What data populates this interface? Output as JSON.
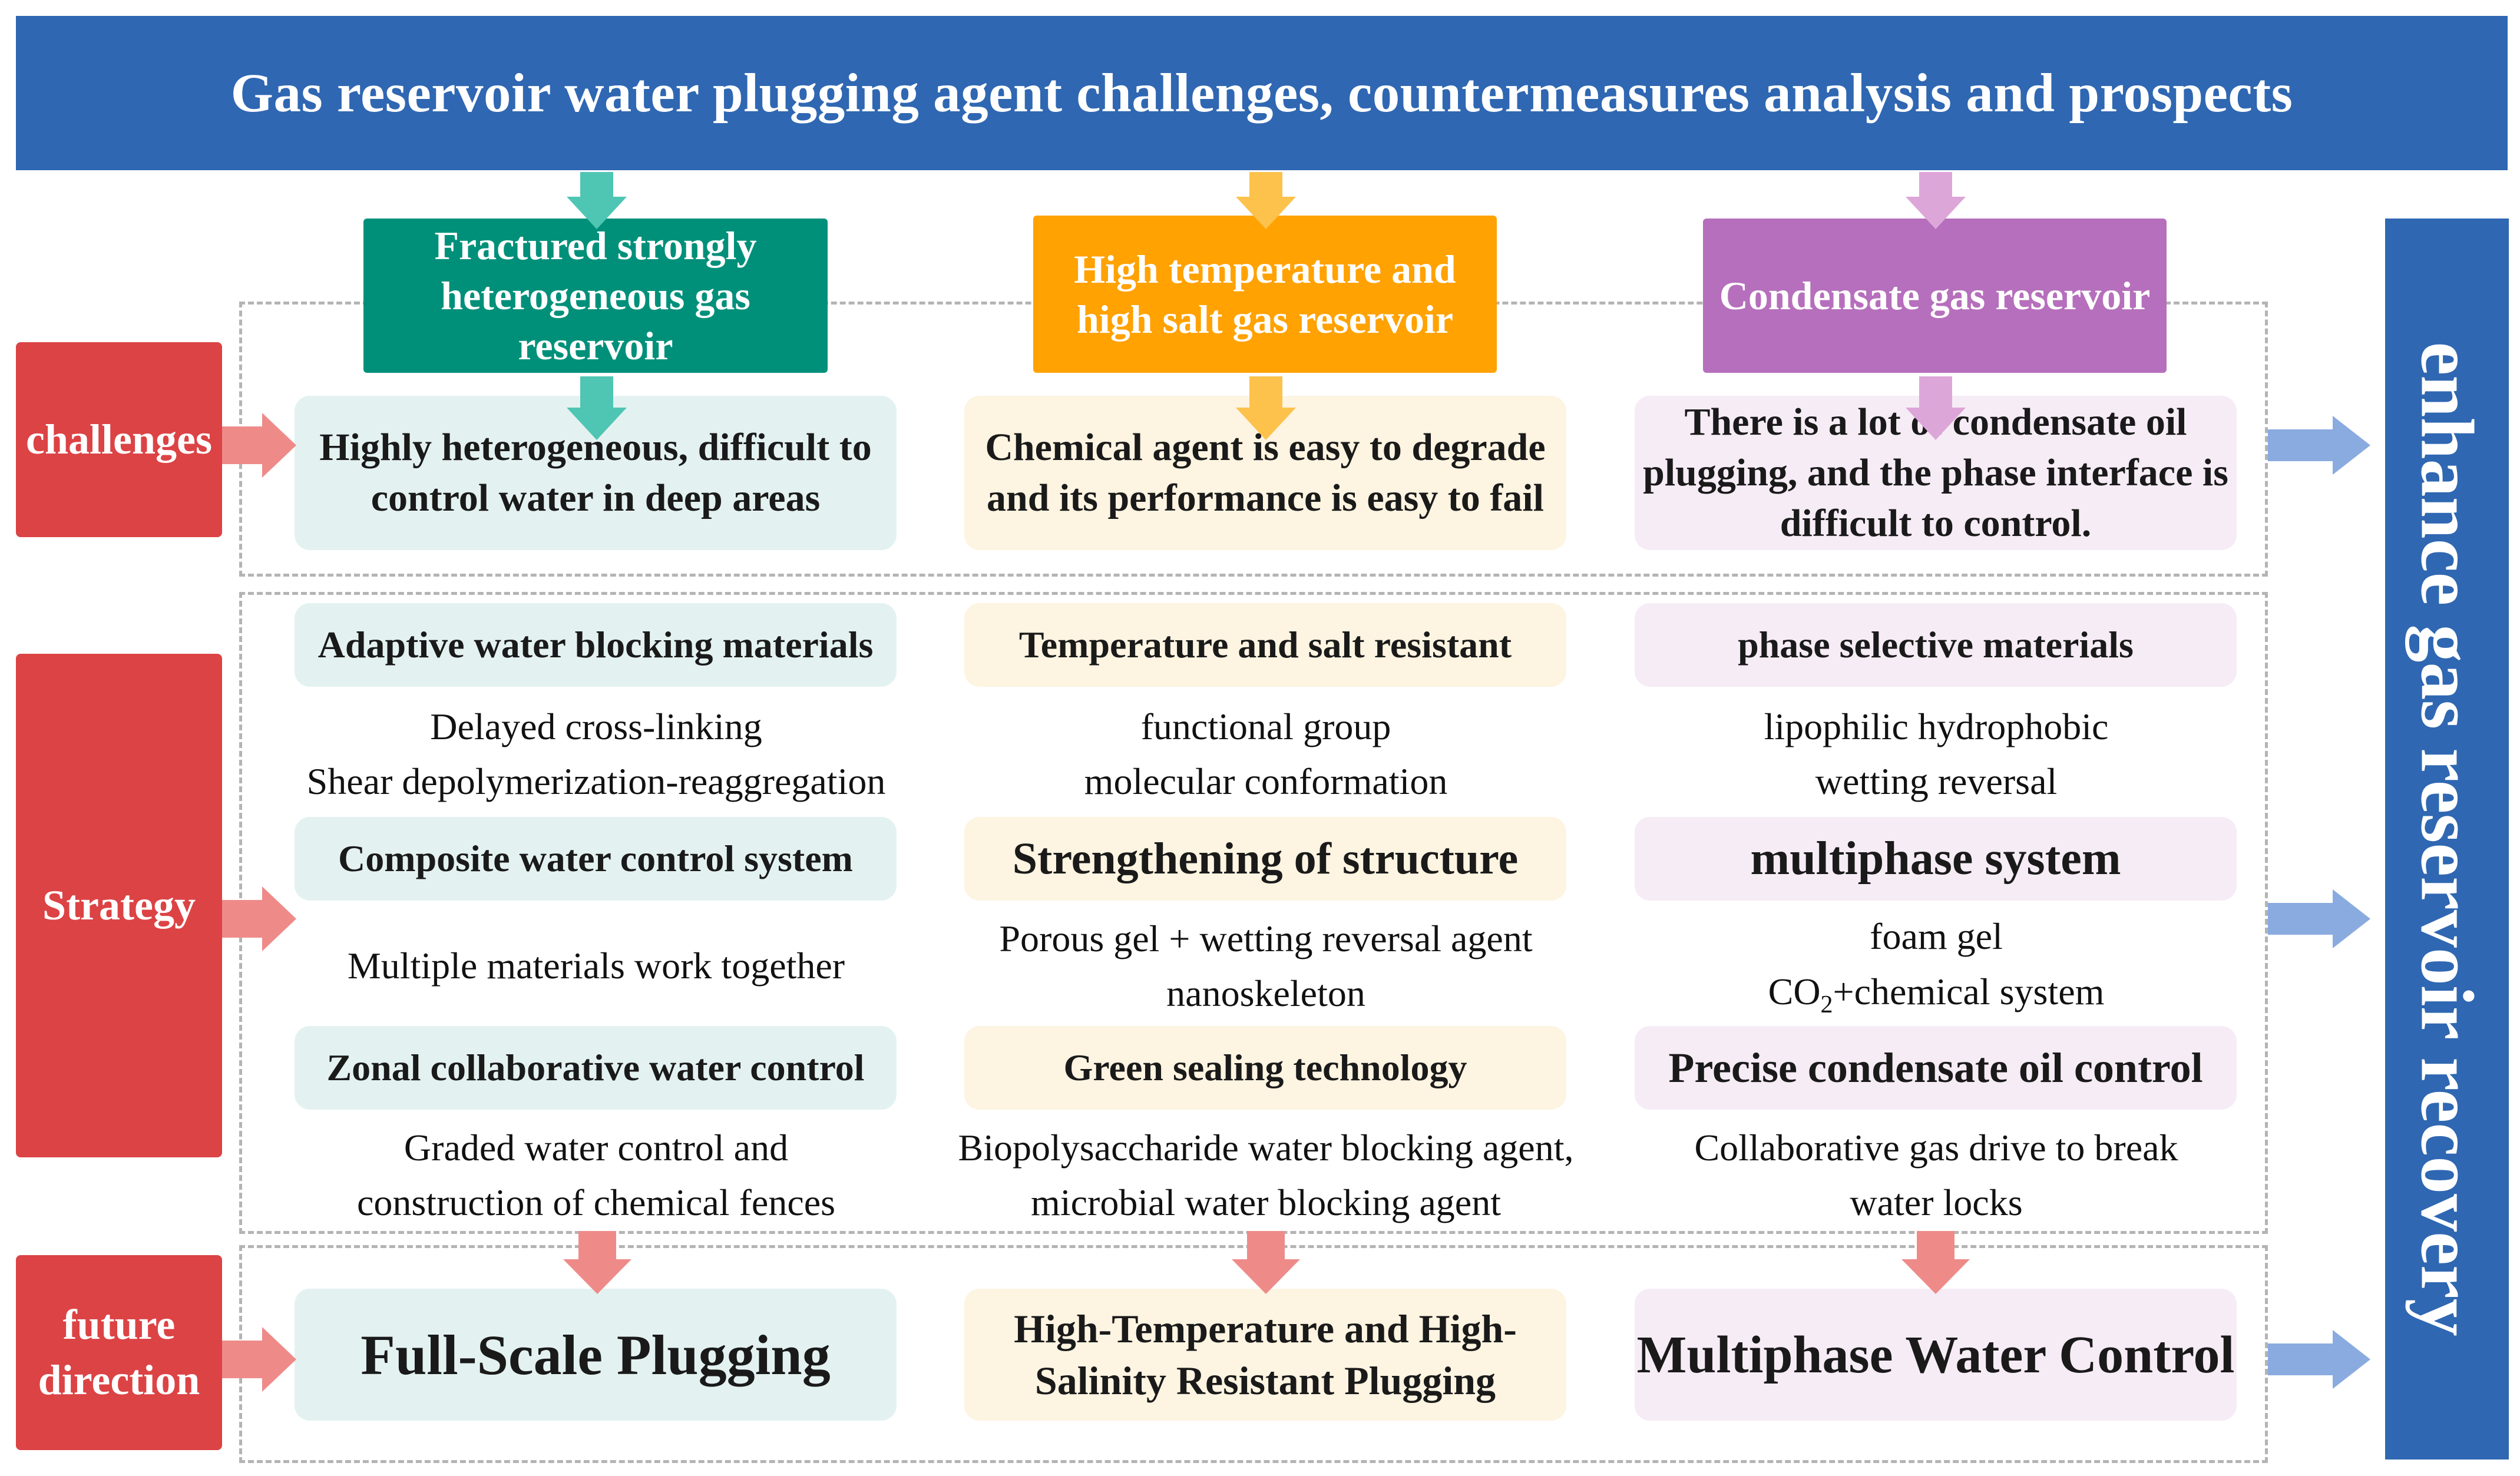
{
  "title": "Gas reservoir water plugging agent challenges, countermeasures analysis and prospects",
  "side_label": "enhance gas reservoir recovery",
  "row_labels": {
    "challenges": "challenges",
    "strategy": "Strategy",
    "future": "future direction"
  },
  "columns": [
    {
      "header": "Fractured strongly heterogeneous gas reservoir",
      "challenge": "Highly heterogeneous, difficult to control water in deep areas",
      "strategies": [
        {
          "title": "Adaptive water blocking materials",
          "lines": [
            "Delayed cross-linking",
            "Shear depolymerization-reaggregation"
          ]
        },
        {
          "title": "Composite water control system",
          "lines": [
            "Multiple materials work together"
          ]
        },
        {
          "title": "Zonal collaborative water control",
          "lines": [
            "Graded water control and",
            "construction of chemical fences"
          ]
        }
      ],
      "future": "Full-Scale Plugging"
    },
    {
      "header": "High temperature and high salt gas reservoir",
      "challenge": "Chemical agent is easy to degrade and its performance is easy to fail",
      "strategies": [
        {
          "title": "Temperature and salt resistant",
          "lines": [
            "functional group",
            "molecular conformation"
          ]
        },
        {
          "title": "Strengthening of structure",
          "lines": [
            "Porous gel + wetting reversal agent",
            "nanoskeleton"
          ]
        },
        {
          "title": "Green sealing technology",
          "lines": [
            "Biopolysaccharide water blocking agent,",
            "microbial water blocking agent"
          ]
        }
      ],
      "future": "High-Temperature and High-Salinity Resistant Plugging"
    },
    {
      "header": "Condensate gas reservoir",
      "challenge": "There is a lot of condensate oil plugging, and the phase interface is difficult to control.",
      "strategies": [
        {
          "title": "phase selective materials",
          "lines": [
            "lipophilic hydrophobic",
            "wetting reversal"
          ]
        },
        {
          "title": "multiphase system",
          "lines": [
            "foam gel",
            "CO",
            "2",
            "+chemical system"
          ]
        },
        {
          "title": "Precise condensate oil control",
          "lines": [
            "Collaborative gas drive to break",
            "water locks"
          ]
        }
      ],
      "future": "Multiphase Water Control"
    }
  ],
  "colors": {
    "title_bg": "#2f67b2",
    "row_label_bg": "#dc4345",
    "col1": "#00907a",
    "col2": "#ffa202",
    "col3": "#b66fbc",
    "col1_arrow": "#4fc5b4",
    "col2_arrow": "#fcc24c",
    "col3_arrow": "#dda6d9",
    "red_arrow": "#ee8b89",
    "blue_arrow": "#8aabdf"
  }
}
